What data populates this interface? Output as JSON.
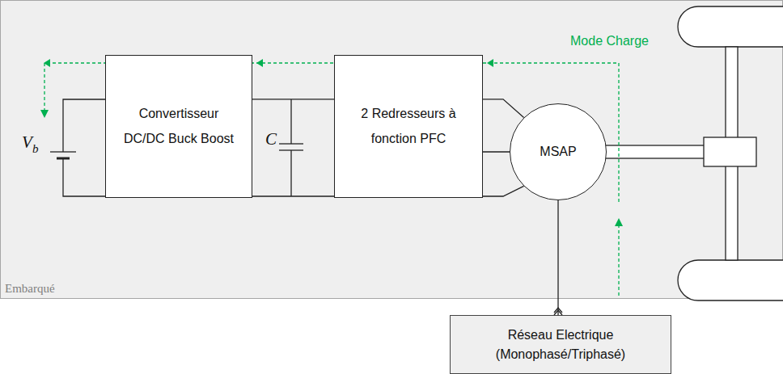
{
  "diagram": {
    "nodes": [
      {
        "text": [
          "Embarqué"
        ]
      },
      {
        "text": [
          "Convertisseur DC/DC Buck Boost"
        ],
        "in": 0
      },
      {
        "text": [
          "2 Redresseurs à fonction PFC"
        ],
        "in": 0
      },
      {
        "text": [
          "MSAP"
        ],
        "in": 0
      },
      {
        "text": [
          "Réseau Electrique (Monophasé/Triphasé)"
        ]
      }
    ],
    "edges": [
      {
        "from": 1,
        "to": 2,
        "arrow": "none"
      },
      {
        "from": 2,
        "to": 3,
        "arrow": "none"
      },
      {
        "from": 3,
        "to": 4,
        "arrow": "to"
      }
    ],
    "labels": [
      "Mode Charge",
      "V",
      "b",
      "C"
    ]
  }
}
